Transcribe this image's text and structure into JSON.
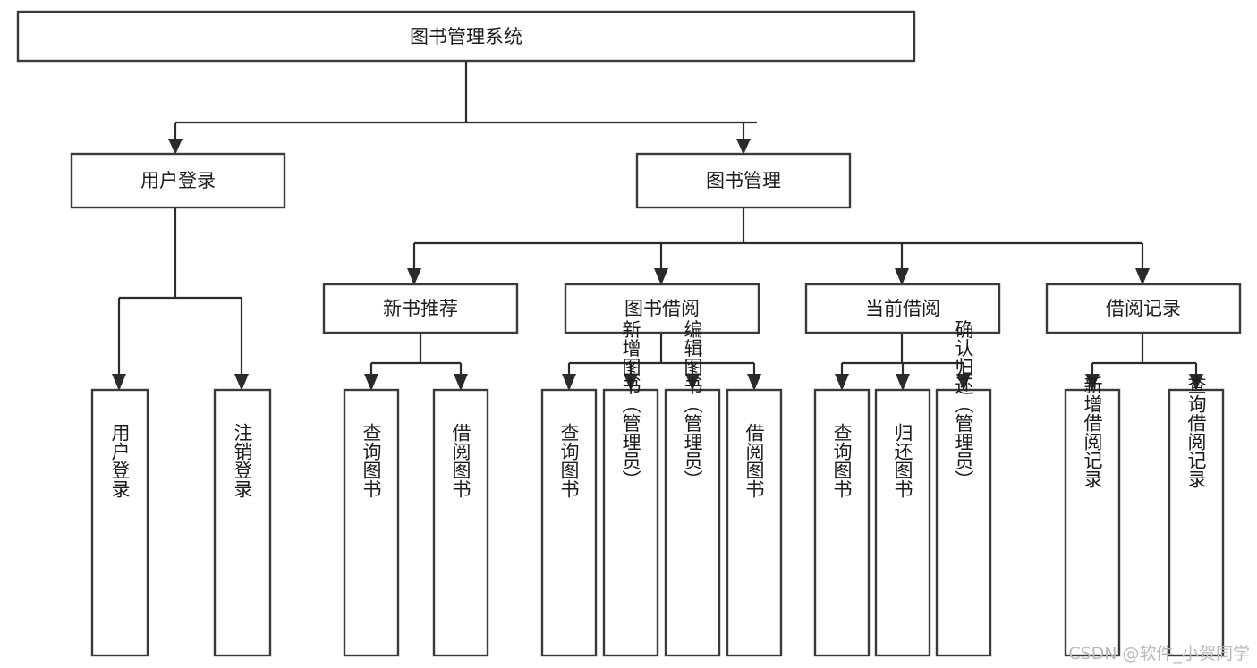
{
  "diagram": {
    "type": "tree-hierarchy",
    "title": "图书管理系统",
    "root": {
      "id": "root",
      "label": "图书管理系统",
      "orientation": "horizontal"
    },
    "level1": [
      {
        "id": "user-login",
        "label": "用户登录",
        "orientation": "horizontal"
      },
      {
        "id": "book-management",
        "label": "图书管理",
        "orientation": "horizontal"
      }
    ],
    "level2": [
      {
        "id": "new-book-recommend",
        "label": "新书推荐",
        "parent": "book-management",
        "orientation": "horizontal"
      },
      {
        "id": "book-borrow",
        "label": "图书借阅",
        "parent": "book-management",
        "orientation": "horizontal"
      },
      {
        "id": "current-borrow",
        "label": "当前借阅",
        "parent": "book-management",
        "orientation": "horizontal"
      },
      {
        "id": "borrow-record",
        "label": "借阅记录",
        "parent": "book-management",
        "orientation": "horizontal"
      }
    ],
    "leaves": [
      {
        "id": "leaf-user-login",
        "label": "用户登录",
        "parent": "user-login",
        "orientation": "vertical"
      },
      {
        "id": "leaf-user-logout",
        "label": "注销登录",
        "parent": "user-login",
        "orientation": "vertical"
      },
      {
        "id": "leaf-query-book-1",
        "label": "查询图书",
        "parent": "new-book-recommend",
        "orientation": "vertical"
      },
      {
        "id": "leaf-borrow-book-1",
        "label": "借阅图书",
        "parent": "new-book-recommend",
        "orientation": "vertical"
      },
      {
        "id": "leaf-query-book-2",
        "label": "查询图书",
        "parent": "book-borrow",
        "orientation": "vertical"
      },
      {
        "id": "leaf-add-book",
        "label": "新增图书（管理员）",
        "parent": "book-borrow",
        "orientation": "vertical"
      },
      {
        "id": "leaf-edit-book",
        "label": "编辑图书（管理员）",
        "parent": "book-borrow",
        "orientation": "vertical"
      },
      {
        "id": "leaf-borrow-book-2",
        "label": "借阅图书",
        "parent": "book-borrow",
        "orientation": "vertical"
      },
      {
        "id": "leaf-query-book-3",
        "label": "查询图书",
        "parent": "current-borrow",
        "orientation": "vertical"
      },
      {
        "id": "leaf-return-book",
        "label": "归还图书",
        "parent": "current-borrow",
        "orientation": "vertical"
      },
      {
        "id": "leaf-confirm-return",
        "label": "确认归还（管理员）",
        "parent": "current-borrow",
        "orientation": "vertical"
      },
      {
        "id": "leaf-add-record",
        "label": "新增借阅记录",
        "parent": "borrow-record",
        "orientation": "vertical"
      },
      {
        "id": "leaf-query-record",
        "label": "查询借阅记录",
        "parent": "borrow-record",
        "orientation": "vertical"
      }
    ],
    "colors": {
      "box_fill": "#ffffff",
      "box_stroke": "#3a3a3a",
      "connector": "#2b2b2b",
      "text": "#1c1c1c",
      "watermark": "#b9b9b9",
      "background": "#ffffff"
    }
  },
  "watermark": {
    "text": "CSDN @软件_小贺同学"
  }
}
